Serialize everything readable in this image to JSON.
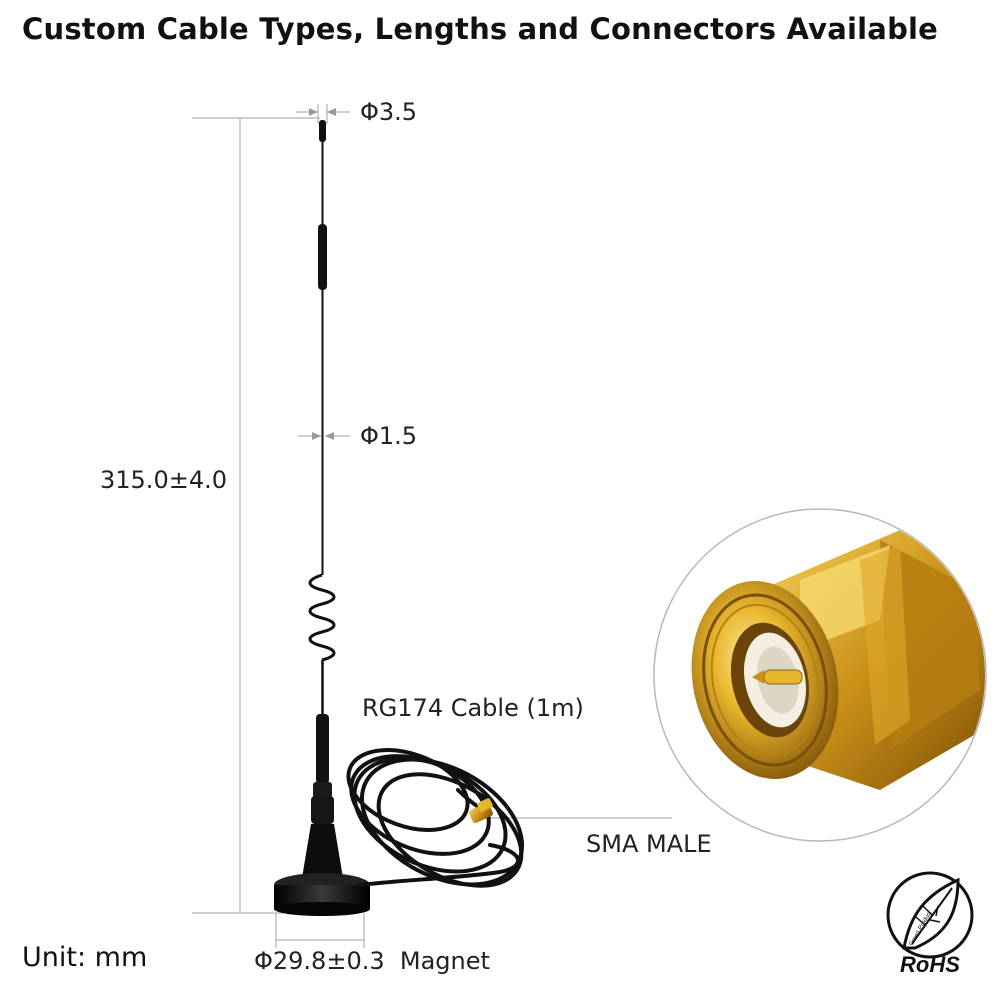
{
  "title": "Custom Cable Types, Lengths and Connectors Available",
  "dimensions": {
    "tip_diameter": "Φ3.5",
    "rod_diameter": "Φ1.5",
    "height": "315.0±4.0",
    "base": "Φ29.8±0.3  Magnet"
  },
  "labels": {
    "cable": "RG174 Cable (1m)",
    "connector": "SMA MALE",
    "unit": "Unit: mm"
  },
  "logo": {
    "text": "RoHS",
    "sub": "Green Product"
  },
  "colors": {
    "gold": "#d9a623",
    "gold_dark": "#8a5e0c",
    "black": "#111111",
    "dim_line": "#b0b0b0"
  }
}
